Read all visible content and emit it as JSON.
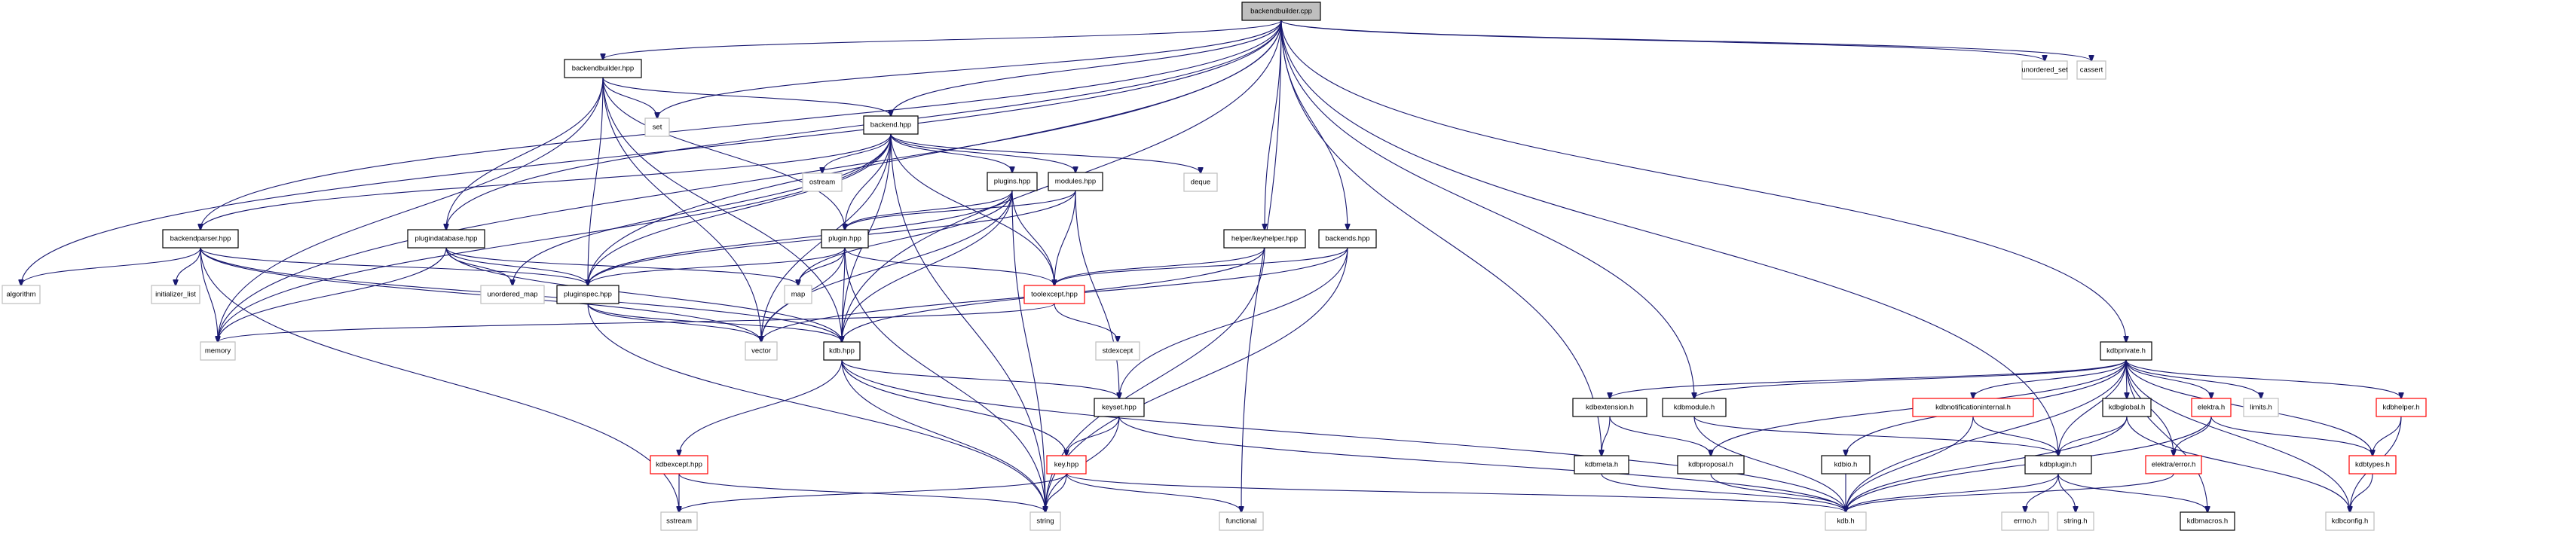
{
  "title": "backendbuilder.cpp include dependency graph",
  "colors": {
    "edge": "#191970",
    "root_fill": "#bfbfbf",
    "documented_border": "#000000",
    "truncated_border": "#ff0000",
    "system_border": "#bfbfbf"
  },
  "legend_styles": {
    "root": "current file (gray fill)",
    "doc": "documented header (black border)",
    "red": "header with truncated graph (red border)",
    "sys": "system / undocumented header (gray border)"
  },
  "nodes": [
    {
      "id": "backendbuilder_cpp",
      "label": "backendbuilder.cpp",
      "style": "root"
    },
    {
      "id": "backendbuilder_hpp",
      "label": "backendbuilder.hpp",
      "style": "doc"
    },
    {
      "id": "set",
      "label": "set",
      "style": "sys"
    },
    {
      "id": "backend_hpp",
      "label": "backend.hpp",
      "style": "doc"
    },
    {
      "id": "ostream",
      "label": "ostream",
      "style": "sys"
    },
    {
      "id": "plugins_hpp",
      "label": "plugins.hpp",
      "style": "doc"
    },
    {
      "id": "modules_hpp",
      "label": "modules.hpp",
      "style": "doc"
    },
    {
      "id": "deque",
      "label": "deque",
      "style": "sys"
    },
    {
      "id": "backendparser_hpp",
      "label": "backendparser.hpp",
      "style": "doc"
    },
    {
      "id": "plugindatabase_hpp",
      "label": "plugindatabase.hpp",
      "style": "doc"
    },
    {
      "id": "plugin_hpp",
      "label": "plugin.hpp",
      "style": "doc"
    },
    {
      "id": "helper_keyhelper_hpp",
      "label": "helper/keyhelper.hpp",
      "style": "doc"
    },
    {
      "id": "backends_hpp",
      "label": "backends.hpp",
      "style": "doc"
    },
    {
      "id": "algorithm",
      "label": "algorithm",
      "style": "sys"
    },
    {
      "id": "initializer_list",
      "label": "initializer_list",
      "style": "sys"
    },
    {
      "id": "unordered_map",
      "label": "unordered_map",
      "style": "sys"
    },
    {
      "id": "pluginspec_hpp",
      "label": "pluginspec.hpp",
      "style": "doc"
    },
    {
      "id": "map",
      "label": "map",
      "style": "sys"
    },
    {
      "id": "toolexcept_hpp",
      "label": "toolexcept.hpp",
      "style": "red"
    },
    {
      "id": "memory",
      "label": "memory",
      "style": "sys"
    },
    {
      "id": "vector",
      "label": "vector",
      "style": "sys"
    },
    {
      "id": "kdb_hpp",
      "label": "kdb.hpp",
      "style": "doc"
    },
    {
      "id": "stdexcept",
      "label": "stdexcept",
      "style": "sys"
    },
    {
      "id": "keyset_hpp",
      "label": "keyset.hpp",
      "style": "doc"
    },
    {
      "id": "kdbexcept_hpp",
      "label": "kdbexcept.hpp",
      "style": "red"
    },
    {
      "id": "key_hpp",
      "label": "key.hpp",
      "style": "red"
    },
    {
      "id": "sstream",
      "label": "sstream",
      "style": "sys"
    },
    {
      "id": "string",
      "label": "string",
      "style": "sys"
    },
    {
      "id": "functional",
      "label": "functional",
      "style": "sys"
    },
    {
      "id": "unordered_set",
      "label": "unordered_set",
      "style": "sys"
    },
    {
      "id": "cassert",
      "label": "cassert",
      "style": "sys"
    },
    {
      "id": "kdbprivate_h",
      "label": "kdbprivate.h",
      "style": "doc"
    },
    {
      "id": "kdbextension_h",
      "label": "kdbextension.h",
      "style": "doc"
    },
    {
      "id": "kdbmodule_h",
      "label": "kdbmodule.h",
      "style": "doc"
    },
    {
      "id": "kdbnotificationinternal_h",
      "label": "kdbnotificationinternal.h",
      "style": "red"
    },
    {
      "id": "kdbglobal_h",
      "label": "kdbglobal.h",
      "style": "doc"
    },
    {
      "id": "elektra_h",
      "label": "elektra.h",
      "style": "red"
    },
    {
      "id": "limits_h",
      "label": "limits.h",
      "style": "sys"
    },
    {
      "id": "kdbhelper_h",
      "label": "kdbhelper.h",
      "style": "red"
    },
    {
      "id": "kdbmeta_h",
      "label": "kdbmeta.h",
      "style": "doc"
    },
    {
      "id": "kdbproposal_h",
      "label": "kdbproposal.h",
      "style": "doc"
    },
    {
      "id": "kdbio_h",
      "label": "kdbio.h",
      "style": "doc"
    },
    {
      "id": "kdbplugin_h",
      "label": "kdbplugin.h",
      "style": "doc"
    },
    {
      "id": "elektra_error_h",
      "label": "elektra/error.h",
      "style": "red"
    },
    {
      "id": "kdbtypes_h",
      "label": "kdbtypes.h",
      "style": "red"
    },
    {
      "id": "kdb_h",
      "label": "kdb.h",
      "style": "sys"
    },
    {
      "id": "errno_h",
      "label": "errno.h",
      "style": "sys"
    },
    {
      "id": "string_h",
      "label": "string.h",
      "style": "sys"
    },
    {
      "id": "kdbmacros_h",
      "label": "kdbmacros.h",
      "style": "doc"
    },
    {
      "id": "kdbconfig_h",
      "label": "kdbconfig.h",
      "style": "sys"
    }
  ],
  "edges": [
    [
      "backendbuilder_cpp",
      "backendbuilder_hpp"
    ],
    [
      "backendbuilder_cpp",
      "set"
    ],
    [
      "backendbuilder_cpp",
      "backend_hpp"
    ],
    [
      "backendbuilder_cpp",
      "backendparser_hpp"
    ],
    [
      "backendbuilder_cpp",
      "plugindatabase_hpp"
    ],
    [
      "backendbuilder_cpp",
      "pluginspec_hpp"
    ],
    [
      "backendbuilder_cpp",
      "algorithm"
    ],
    [
      "backendbuilder_cpp",
      "memory"
    ],
    [
      "backendbuilder_cpp",
      "helper_keyhelper_hpp"
    ],
    [
      "backendbuilder_cpp",
      "backends_hpp"
    ],
    [
      "backendbuilder_cpp",
      "kdb_hpp"
    ],
    [
      "backendbuilder_cpp",
      "functional"
    ],
    [
      "backendbuilder_cpp",
      "kdbmeta_h"
    ],
    [
      "backendbuilder_cpp",
      "kdbmodule_h"
    ],
    [
      "backendbuilder_cpp",
      "kdbplugin_h"
    ],
    [
      "backendbuilder_cpp",
      "kdbprivate_h"
    ],
    [
      "backendbuilder_cpp",
      "unordered_set"
    ],
    [
      "backendbuilder_cpp",
      "cassert"
    ],
    [
      "backendbuilder_hpp",
      "set"
    ],
    [
      "backendbuilder_hpp",
      "backend_hpp"
    ],
    [
      "backendbuilder_hpp",
      "plugindatabase_hpp"
    ],
    [
      "backendbuilder_hpp",
      "pluginspec_hpp"
    ],
    [
      "backendbuilder_hpp",
      "plugin_hpp"
    ],
    [
      "backendbuilder_hpp",
      "memory"
    ],
    [
      "backendbuilder_hpp",
      "vector"
    ],
    [
      "backendbuilder_hpp",
      "kdb_hpp"
    ],
    [
      "backend_hpp",
      "ostream"
    ],
    [
      "backend_hpp",
      "plugins_hpp"
    ],
    [
      "backend_hpp",
      "modules_hpp"
    ],
    [
      "backend_hpp",
      "deque"
    ],
    [
      "backend_hpp",
      "backendparser_hpp"
    ],
    [
      "backend_hpp",
      "plugin_hpp"
    ],
    [
      "backend_hpp",
      "pluginspec_hpp"
    ],
    [
      "backend_hpp",
      "toolexcept_hpp"
    ],
    [
      "backend_hpp",
      "memory"
    ],
    [
      "backend_hpp",
      "vector"
    ],
    [
      "backend_hpp",
      "kdb_hpp"
    ],
    [
      "backend_hpp",
      "unordered_map"
    ],
    [
      "backend_hpp",
      "string"
    ],
    [
      "plugins_hpp",
      "plugin_hpp"
    ],
    [
      "plugins_hpp",
      "pluginspec_hpp"
    ],
    [
      "plugins_hpp",
      "toolexcept_hpp"
    ],
    [
      "plugins_hpp",
      "map"
    ],
    [
      "plugins_hpp",
      "vector"
    ],
    [
      "plugins_hpp",
      "kdb_hpp"
    ],
    [
      "plugins_hpp",
      "string"
    ],
    [
      "modules_hpp",
      "plugin_hpp"
    ],
    [
      "modules_hpp",
      "pluginspec_hpp"
    ],
    [
      "modules_hpp",
      "toolexcept_hpp"
    ],
    [
      "modules_hpp",
      "keyset_hpp"
    ],
    [
      "backendparser_hpp",
      "algorithm"
    ],
    [
      "backendparser_hpp",
      "initializer_list"
    ],
    [
      "backendparser_hpp",
      "memory"
    ],
    [
      "backendparser_hpp",
      "pluginspec_hpp"
    ],
    [
      "backendparser_hpp",
      "vector"
    ],
    [
      "backendparser_hpp",
      "kdb_hpp"
    ],
    [
      "backendparser_hpp",
      "sstream"
    ],
    [
      "plugindatabase_hpp",
      "unordered_map"
    ],
    [
      "plugindatabase_hpp",
      "pluginspec_hpp"
    ],
    [
      "plugindatabase_hpp",
      "map"
    ],
    [
      "plugindatabase_hpp",
      "memory"
    ],
    [
      "plugindatabase_hpp",
      "kdb_hpp"
    ],
    [
      "plugin_hpp",
      "pluginspec_hpp"
    ],
    [
      "plugin_hpp",
      "map"
    ],
    [
      "plugin_hpp",
      "toolexcept_hpp"
    ],
    [
      "plugin_hpp",
      "vector"
    ],
    [
      "plugin_hpp",
      "kdb_hpp"
    ],
    [
      "plugin_hpp",
      "string"
    ],
    [
      "helper_keyhelper_hpp",
      "toolexcept_hpp"
    ],
    [
      "helper_keyhelper_hpp",
      "kdb_hpp"
    ],
    [
      "helper_keyhelper_hpp",
      "string"
    ],
    [
      "backends_hpp",
      "toolexcept_hpp"
    ],
    [
      "backends_hpp",
      "vector"
    ],
    [
      "backends_hpp",
      "keyset_hpp"
    ],
    [
      "backends_hpp",
      "string"
    ],
    [
      "pluginspec_hpp",
      "vector"
    ],
    [
      "pluginspec_hpp",
      "kdb_hpp"
    ],
    [
      "pluginspec_hpp",
      "string"
    ],
    [
      "toolexcept_hpp",
      "stdexcept"
    ],
    [
      "toolexcept_hpp",
      "memory"
    ],
    [
      "kdb_hpp",
      "kdbexcept_hpp"
    ],
    [
      "kdb_hpp",
      "keyset_hpp"
    ],
    [
      "kdb_hpp",
      "key_hpp"
    ],
    [
      "kdb_hpp",
      "string"
    ],
    [
      "kdb_hpp",
      "kdb_h"
    ],
    [
      "keyset_hpp",
      "key_hpp"
    ],
    [
      "keyset_hpp",
      "string"
    ],
    [
      "keyset_hpp",
      "kdb_h"
    ],
    [
      "kdbexcept_hpp",
      "sstream"
    ],
    [
      "kdbexcept_hpp",
      "string"
    ],
    [
      "key_hpp",
      "sstream"
    ],
    [
      "key_hpp",
      "string"
    ],
    [
      "key_hpp",
      "functional"
    ],
    [
      "key_hpp",
      "kdb_h"
    ],
    [
      "kdbprivate_h",
      "kdbextension_h"
    ],
    [
      "kdbprivate_h",
      "kdbmodule_h"
    ],
    [
      "kdbprivate_h",
      "kdbnotificationinternal_h"
    ],
    [
      "kdbprivate_h",
      "kdbglobal_h"
    ],
    [
      "kdbprivate_h",
      "elektra_h"
    ],
    [
      "kdbprivate_h",
      "limits_h"
    ],
    [
      "kdbprivate_h",
      "kdbhelper_h"
    ],
    [
      "kdbprivate_h",
      "kdbproposal_h"
    ],
    [
      "kdbprivate_h",
      "kdbio_h"
    ],
    [
      "kdbprivate_h",
      "kdbplugin_h"
    ],
    [
      "kdbprivate_h",
      "elektra_error_h"
    ],
    [
      "kdbprivate_h",
      "kdbtypes_h"
    ],
    [
      "kdbprivate_h",
      "kdb_h"
    ],
    [
      "kdbprivate_h",
      "kdbmacros_h"
    ],
    [
      "kdbprivate_h",
      "kdbconfig_h"
    ],
    [
      "kdbextension_h",
      "kdbmeta_h"
    ],
    [
      "kdbextension_h",
      "kdbproposal_h"
    ],
    [
      "kdbmodule_h",
      "kdbplugin_h"
    ],
    [
      "kdbmodule_h",
      "kdb_h"
    ],
    [
      "kdbnotificationinternal_h",
      "kdbplugin_h"
    ],
    [
      "kdbnotificationinternal_h",
      "kdb_h"
    ],
    [
      "kdbglobal_h",
      "kdbplugin_h"
    ],
    [
      "kdbglobal_h",
      "kdb_h"
    ],
    [
      "kdbglobal_h",
      "kdbconfig_h"
    ],
    [
      "elektra_h",
      "elektra_error_h"
    ],
    [
      "elektra_h",
      "kdbtypes_h"
    ],
    [
      "elektra_h",
      "kdb_h"
    ],
    [
      "kdbhelper_h",
      "kdbtypes_h"
    ],
    [
      "kdbhelper_h",
      "kdbconfig_h"
    ],
    [
      "kdbmeta_h",
      "kdb_h"
    ],
    [
      "kdbproposal_h",
      "kdb_h"
    ],
    [
      "kdbio_h",
      "kdb_h"
    ],
    [
      "kdbplugin_h",
      "kdb_h"
    ],
    [
      "kdbplugin_h",
      "errno_h"
    ],
    [
      "kdbplugin_h",
      "string_h"
    ],
    [
      "kdbplugin_h",
      "kdbmacros_h"
    ],
    [
      "elektra_error_h",
      "kdb_h"
    ],
    [
      "kdbtypes_h",
      "kdbconfig_h"
    ]
  ]
}
